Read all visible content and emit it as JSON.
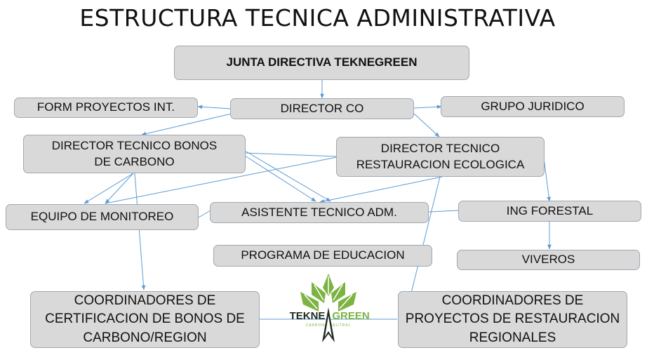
{
  "title": "ESTRUCTURA TECNICA ADMINISTRATIVA",
  "nodes": {
    "junta": "JUNTA DIRECTIVA TEKNEGREEN",
    "director_co": "DIRECTOR CO",
    "form_proyectos": "FORM PROYECTOS INT.",
    "grupo_juridico": "GRUPO JURIDICO",
    "director_bonos": "DIRECTOR TECNICO BONOS\nDE CARBONO",
    "director_restauracion": "DIRECTOR TECNICO\nRESTAURACION ECOLOGICA",
    "equipo_monitoreo": "EQUIPO DE MONITOREO",
    "asistente": "ASISTENTE TECNICO ADM.",
    "ing_forestal": "ING FORESTAL",
    "programa_educacion": "PROGRAMA DE EDUCACION",
    "viveros": "VIVEROS",
    "coord_bonos": "COORDINADORES DE\nCERTIFICACION DE BONOS DE\nCARBONO/REGION",
    "coord_restauracion": "COORDINADORES DE\nPROYECTOS DE RESTAURACION\nREGIONALES"
  },
  "logo": {
    "text_left": "TEKNE",
    "text_right": "GREEN",
    "tagline": "CARBONO NEUTRAL",
    "colors": {
      "green": "#7cb342",
      "dark": "#1f2a1f"
    }
  },
  "colors": {
    "box_fill": "#d9d9d9",
    "box_border": "#9fa8b3",
    "connector": "#5b9bd5"
  }
}
